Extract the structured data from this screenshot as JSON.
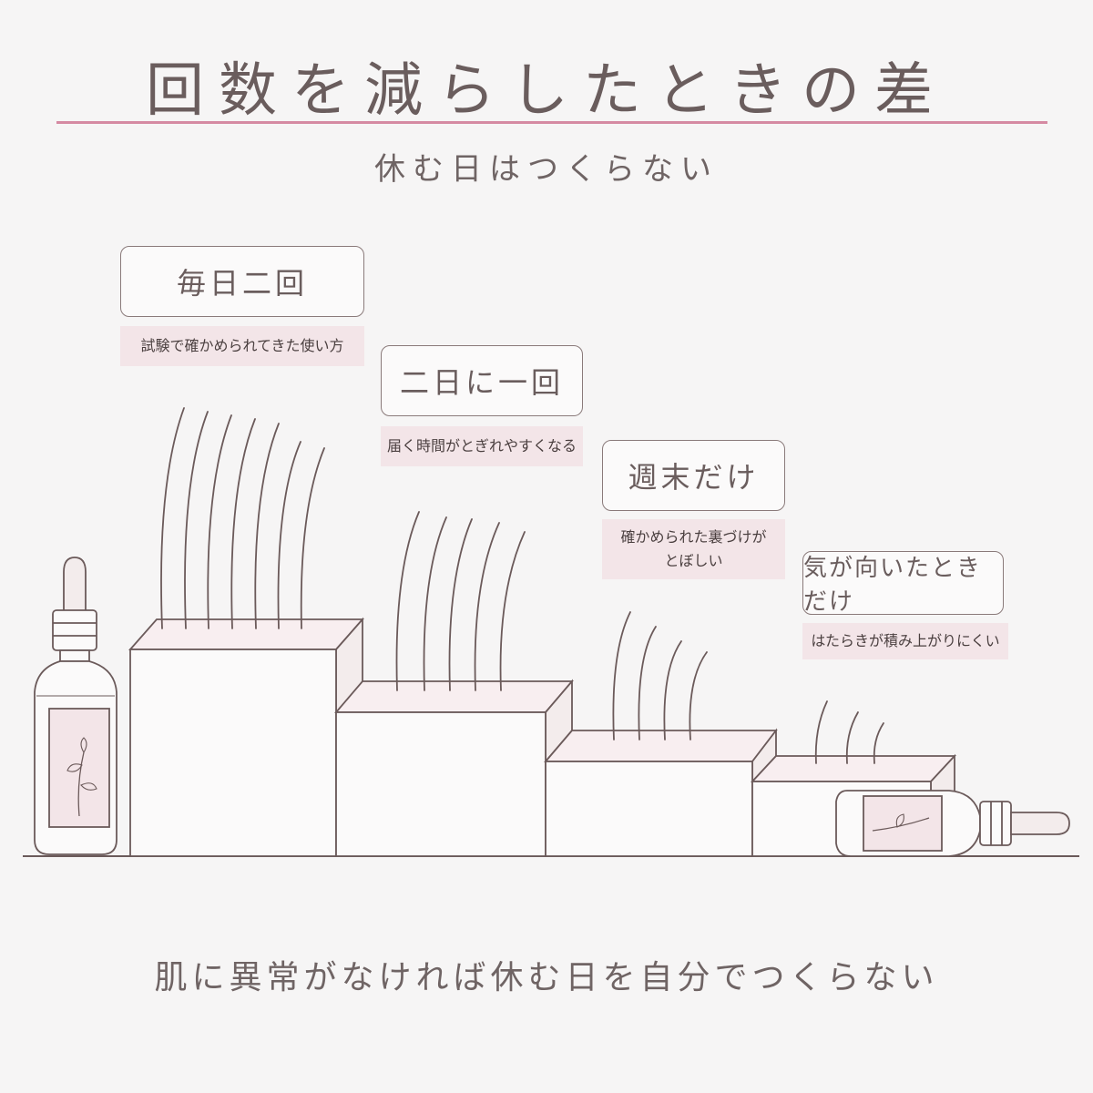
{
  "title": "回数を減らしたときの差",
  "subtitle": "休む日はつくらない",
  "footer": "肌に異常がなければ休む日を自分でつくらない",
  "steps": [
    {
      "label": "毎日二回",
      "note": "試験で確かめられてきた使い方"
    },
    {
      "label": "二日に一回",
      "note": "届く時間がとぎれやすくなる"
    },
    {
      "label": "週末だけ",
      "note": "確かめられた裏づけが\nとぼしい"
    },
    {
      "label": "気が向いたときだけ",
      "note": "はたらきが積み上がりにくい"
    }
  ],
  "colors": {
    "line": "#6b5a5a",
    "accent_rule": "#d58aa2",
    "note_bg": "#f3e5e8",
    "box_top": "#f8eef0"
  },
  "icons": [
    "serum-dropper-bottle-icon",
    "lying-serum-bottle-icon",
    "eyelash-hair-icon",
    "flower-label-icon"
  ]
}
